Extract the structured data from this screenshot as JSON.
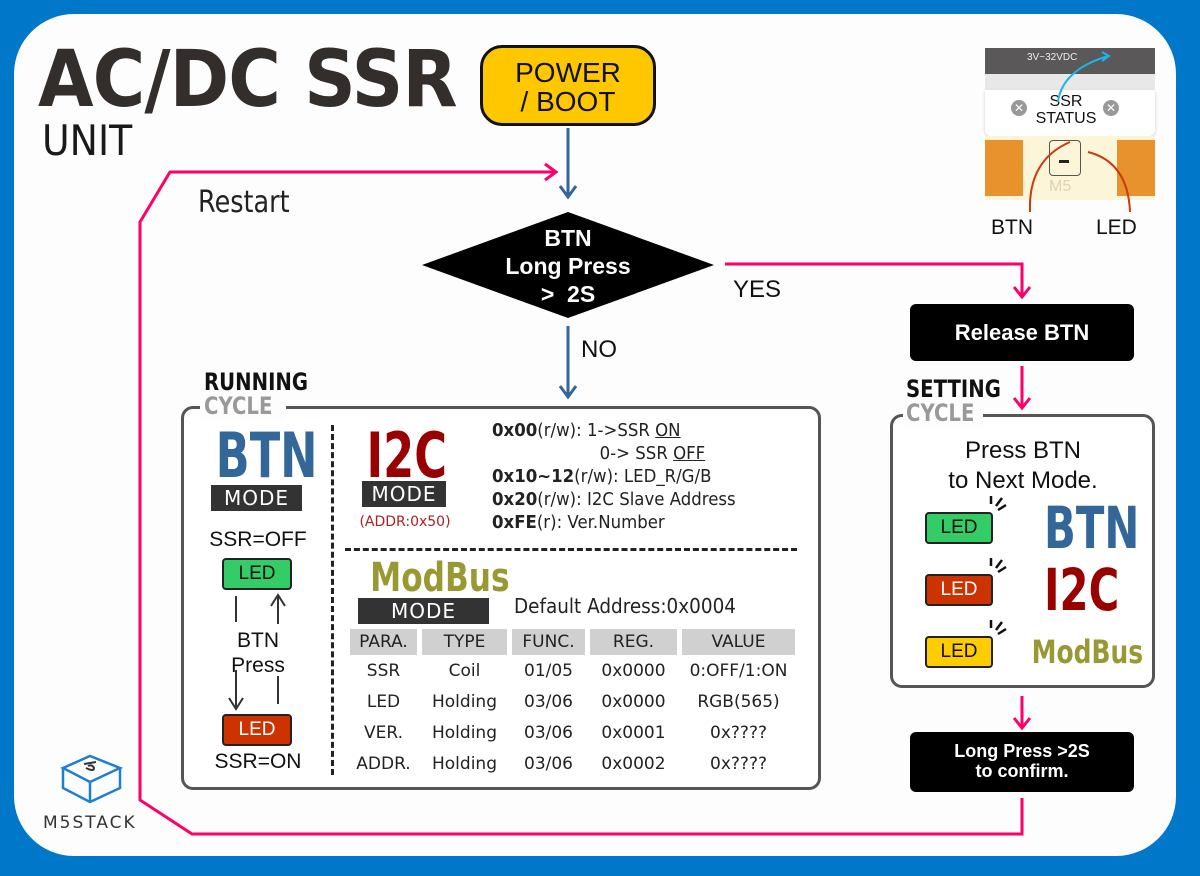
{
  "title": {
    "main": "AC/DC SSR",
    "sub": "UNIT"
  },
  "flow": {
    "power_boot": [
      "POWER",
      "/ BOOT"
    ],
    "restart_label": "Restart",
    "decision": [
      "BTN",
      "Long Press",
      ">  2S"
    ],
    "yes_label": "YES",
    "no_label": "NO",
    "release_btn": "Release BTN",
    "confirm": [
      "Long Press >2S",
      "to confirm."
    ]
  },
  "device": {
    "voltage_label": "3V~32VDC",
    "status_label": [
      "SSR",
      "STATUS"
    ],
    "btn_label": "BTN",
    "led_label": "LED",
    "logo_text": "M5"
  },
  "running_cycle": {
    "title": [
      "RUNNING",
      "CYCLE"
    ],
    "btn_mode": {
      "name": "BTN",
      "tag": "MODE",
      "state_off": "SSR=OFF",
      "state_on": "SSR=ON",
      "led_off_label": "LED",
      "led_on_label": "LED",
      "press_label": [
        "BTN",
        "Press"
      ]
    },
    "i2c_mode": {
      "name": "I2C",
      "tag": "MODE",
      "addr": "(ADDR:0x50)",
      "registers": [
        {
          "reg": "0x00",
          "access": "(r/w)",
          "desc_pre": ": 1->SSR ",
          "desc_u": "ON"
        },
        {
          "reg": "",
          "access": "",
          "desc_pre": "0-> SSR ",
          "desc_u": "OFF"
        },
        {
          "reg": "0x10~12",
          "access": "(r/w)",
          "desc_pre": ": LED_R/G/B",
          "desc_u": ""
        },
        {
          "reg": "0x20",
          "access": "(r/w)",
          "desc_pre": ": I2C Slave Address",
          "desc_u": ""
        },
        {
          "reg": "0xFE",
          "access": "(r)",
          "desc_pre": ": Ver.Number",
          "desc_u": ""
        }
      ]
    },
    "modbus_mode": {
      "name": "ModBus",
      "tag": "MODE",
      "default_address": "Default Address:0x0004",
      "columns": [
        "PARA.",
        "TYPE",
        "FUNC.",
        "REG.",
        "VALUE"
      ],
      "rows": [
        [
          "SSR",
          "Coil",
          "01/05",
          "0x0000",
          "0:OFF/1:ON"
        ],
        [
          "LED",
          "Holding",
          "03/06",
          "0x0000",
          "RGB(565)"
        ],
        [
          "VER.",
          "Holding",
          "03/06",
          "0x0001",
          "0x????"
        ],
        [
          "ADDR.",
          "Holding",
          "03/06",
          "0x0002",
          "0x????"
        ]
      ]
    }
  },
  "setting_cycle": {
    "title": [
      "SETTING",
      "CYCLE"
    ],
    "instruction": [
      "Press BTN",
      "to Next Mode."
    ],
    "modes": [
      {
        "led": "LED",
        "name": "BTN",
        "led_color": "#33cc66",
        "name_color": "#336699"
      },
      {
        "led": "LED",
        "name": "I2C",
        "led_color": "#cc3300",
        "name_color": "#990000"
      },
      {
        "led": "LED",
        "name": "ModBus",
        "led_color": "#ffcc00",
        "name_color": "#999933"
      }
    ]
  },
  "brand": {
    "name": "M5STACK"
  },
  "colors": {
    "frame": "#0077c8",
    "flow_pink": "#ff0066",
    "flow_blue": "#336699",
    "power": "#ffc700"
  }
}
